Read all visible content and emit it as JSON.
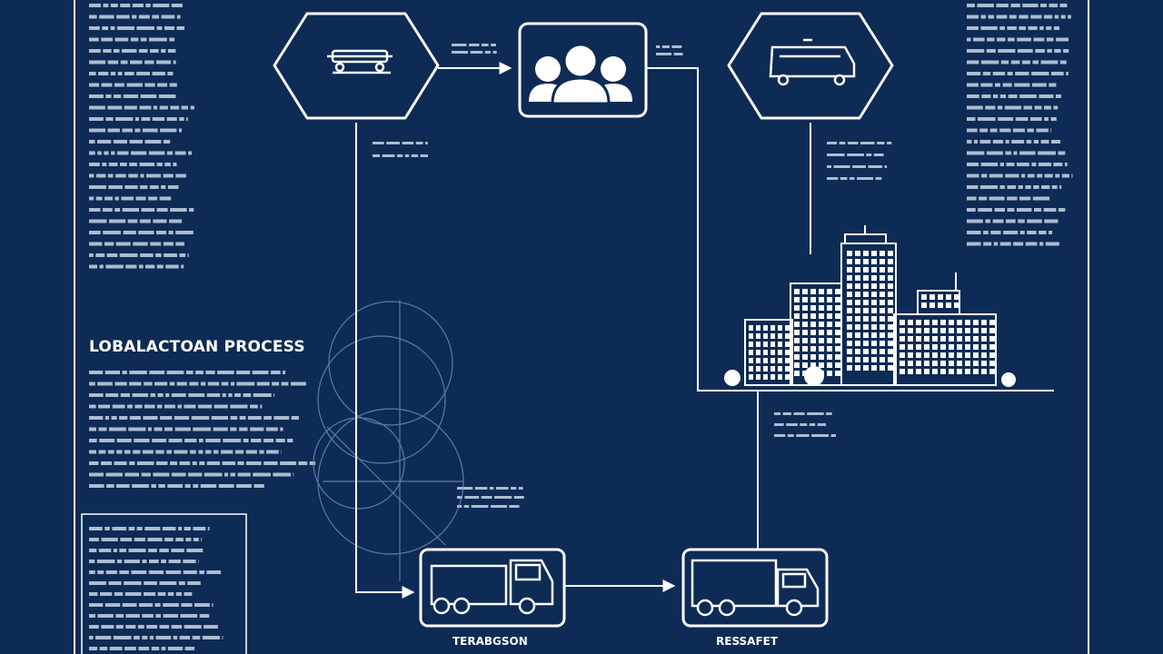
{
  "colors": {
    "background": "#0d2b55",
    "line": "#ffffff",
    "text_filler": "#c9d6e8",
    "faint": "#6f8fb8"
  },
  "heading": "LOBALACTOAN PROCESS",
  "captions": {
    "truck_left": "TERABGSON",
    "truck_right": "RESSAFET"
  },
  "nodes": [
    {
      "id": "crane",
      "shape": "diamond",
      "icon": "forklift-icon"
    },
    {
      "id": "people",
      "shape": "rounded-rect",
      "icon": "people-group-icon"
    },
    {
      "id": "van",
      "shape": "diamond",
      "icon": "delivery-van-icon"
    },
    {
      "id": "buildings",
      "shape": "none",
      "icon": "city-buildings-icon"
    },
    {
      "id": "truck-left",
      "shape": "rounded-rect",
      "icon": "truck-icon"
    },
    {
      "id": "truck-right",
      "shape": "rounded-rect",
      "icon": "truck-icon"
    }
  ],
  "edges": [
    {
      "from": "crane",
      "to": "people"
    },
    {
      "from": "people",
      "to": "buildings"
    },
    {
      "from": "van",
      "to": "buildings"
    },
    {
      "from": "buildings",
      "to": "truck-right"
    },
    {
      "from": "crane",
      "to": "truck-left"
    },
    {
      "from": "truck-left",
      "to": "truck-right"
    }
  ]
}
